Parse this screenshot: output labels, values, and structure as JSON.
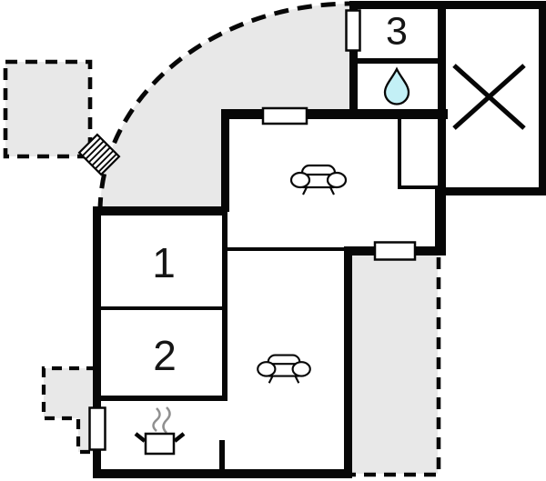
{
  "floor_plan": {
    "rooms": [
      {
        "id": "room-1",
        "label": "1"
      },
      {
        "id": "room-2",
        "label": "2"
      },
      {
        "id": "room-3",
        "label": "3"
      }
    ],
    "features": {
      "bathroom_symbol": "water-drop",
      "kitchen_symbol": "steaming-pot",
      "living_room_symbol": "sofa",
      "carport_symbol": "diagonal-cross",
      "entrance_symbol": "stairs",
      "terrace_symbol": "dashed-gray-area"
    },
    "colors": {
      "wall": "#070707",
      "terrace_fill": "#e8e8e8",
      "water_drop_fill": "#c3f0f6",
      "steam": "#909090",
      "background": "#ffffff"
    }
  }
}
